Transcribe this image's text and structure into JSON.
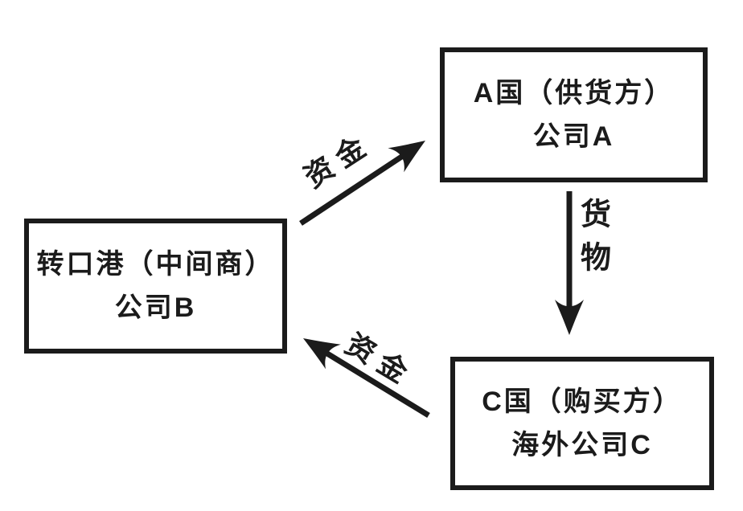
{
  "colors": {
    "background": "#ffffff",
    "ink": "#1b1b1b"
  },
  "nodes": {
    "supplier": {
      "line1": "A国（供货方）",
      "line2": "公司A"
    },
    "middleman": {
      "line1": "转口港（中间商）",
      "line2": "公司B"
    },
    "buyer": {
      "line1": "C国（购买方）",
      "line2": "海外公司C"
    }
  },
  "edges": {
    "funds_to_supplier": {
      "label": "资金"
    },
    "goods_to_buyer": {
      "label": "货物"
    },
    "funds_to_middleman": {
      "label": "资金"
    }
  }
}
